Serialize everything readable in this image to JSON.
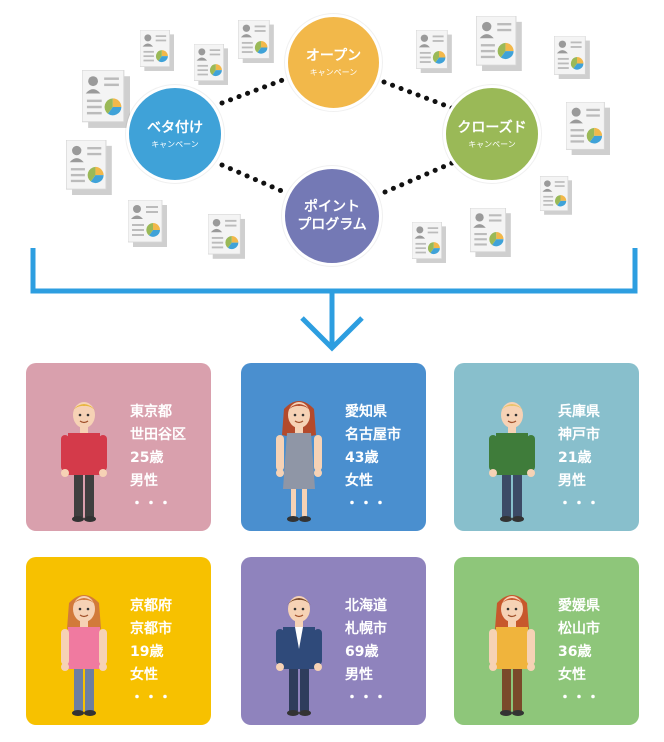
{
  "colors": {
    "open": "#f2b84a",
    "beta": "#3fa2d8",
    "closed": "#9ab957",
    "point": "#7479b5",
    "bracket": "#2d9ee0"
  },
  "campaigns": {
    "open": {
      "main": "オープン",
      "sub": "キャンペーン"
    },
    "beta": {
      "main": "ベタ付け",
      "sub": "キャンペーン"
    },
    "closed": {
      "main": "クローズド",
      "sub": "キャンペーン"
    },
    "point": {
      "main1": "ポイント",
      "main2": "プログラム"
    }
  },
  "doc_icon": "profile-document-icon",
  "arrow_icon": "down-arrow-icon",
  "customers": [
    {
      "lines": [
        "東京都",
        "世田谷区",
        "25歳",
        "男性",
        "・・・"
      ],
      "bg": "#d9a0ad",
      "avatar": "man-red-sweater-icon"
    },
    {
      "lines": [
        "愛知県",
        "名古屋市",
        "43歳",
        "女性",
        "・・・"
      ],
      "bg": "#4a8fcf",
      "avatar": "woman-grey-dress-icon"
    },
    {
      "lines": [
        "兵庫県",
        "神戸市",
        "21歳",
        "男性",
        "・・・"
      ],
      "bg": "#88bfcc",
      "avatar": "man-green-sweater-icon"
    },
    {
      "lines": [
        "京都府",
        "京都市",
        "19歳",
        "女性",
        "・・・"
      ],
      "bg": "#f7c100",
      "avatar": "woman-pink-top-icon"
    },
    {
      "lines": [
        "北海道",
        "札幌市",
        "69歳",
        "男性",
        "・・・"
      ],
      "bg": "#8f83bd",
      "avatar": "man-suit-icon"
    },
    {
      "lines": [
        "愛媛県",
        "松山市",
        "36歳",
        "女性",
        "・・・"
      ],
      "bg": "#8ec67a",
      "avatar": "woman-yellow-top-icon"
    }
  ]
}
